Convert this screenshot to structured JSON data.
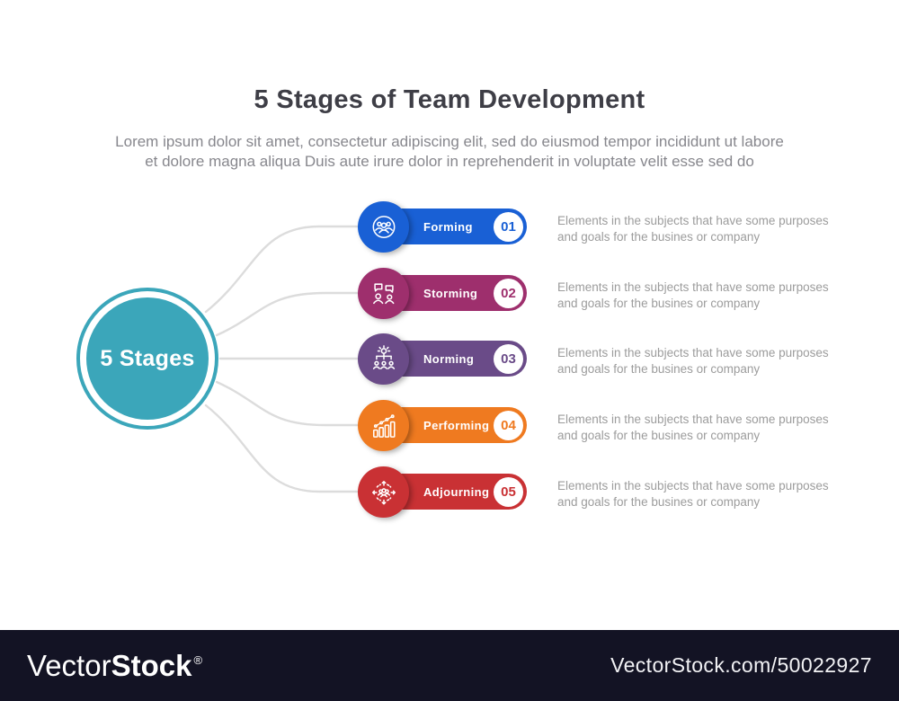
{
  "header": {
    "title": "5 Stages of Team Development",
    "subtitle_line1": "Lorem ipsum dolor sit amet, consectetur adipiscing elit, sed do eiusmod tempor incididunt ut labore",
    "subtitle_line2": "et dolore magna aliqua Duis aute irure dolor in reprehenderit in voluptate velit esse sed do"
  },
  "center": {
    "label": "5 Stages",
    "color": "#3ba6ba"
  },
  "connectors": {
    "color": "#dcdcdc"
  },
  "stages": [
    {
      "label": "Forming",
      "number": "01",
      "color": "#1960d5",
      "icon": "team-group-circle-icon",
      "desc_line1": "Elements in the subjects that have some purposes",
      "desc_line2": "and goals for the  busines or company"
    },
    {
      "label": "Storming",
      "number": "02",
      "color": "#9e2f6d",
      "icon": "people-discussion-icon",
      "desc_line1": "Elements in the subjects that have some purposes",
      "desc_line2": "and goals for the  busines or company"
    },
    {
      "label": "Norming",
      "number": "03",
      "color": "#6a4b88",
      "icon": "idea-hierarchy-icon",
      "desc_line1": "Elements in the subjects that have some purposes",
      "desc_line2": "and goals for the  busines or company"
    },
    {
      "label": "Performing",
      "number": "04",
      "color": "#ef7a20",
      "icon": "growth-bar-chart-icon",
      "desc_line1": "Elements in the subjects that have some purposes",
      "desc_line2": "and goals for the  busines or company"
    },
    {
      "label": "Adjourning",
      "number": "05",
      "color": "#c93134",
      "icon": "team-disperse-arrows-icon",
      "desc_line1": "Elements in the subjects that have some purposes",
      "desc_line2": "and goals for the  busines or company"
    }
  ],
  "footer": {
    "background": "#131324",
    "brand_light": "Vector",
    "brand_bold": "Stock",
    "registered_mark": "®",
    "url": "VectorStock.com/50022927"
  }
}
